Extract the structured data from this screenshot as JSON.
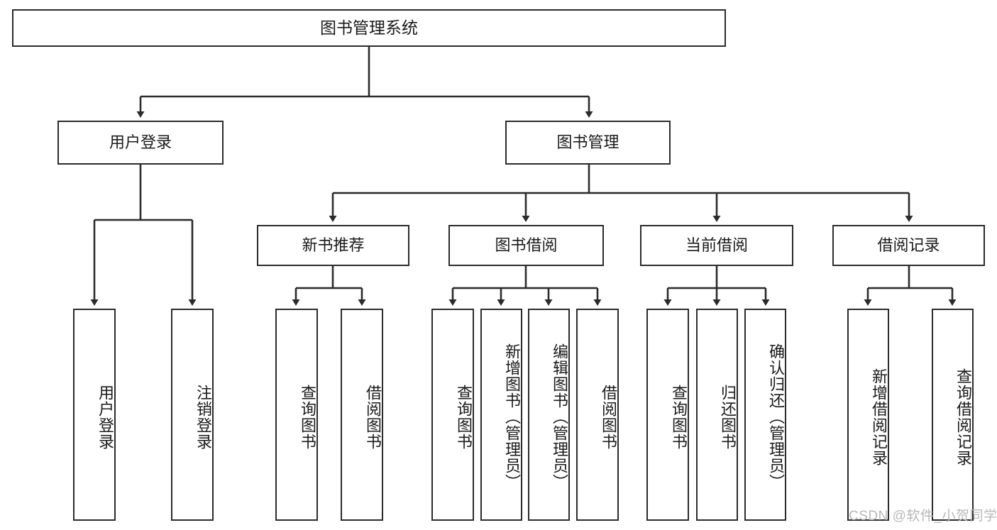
{
  "diagram": {
    "title": "图书管理系统",
    "type": "tree-structure-chart",
    "root": {
      "label": "图书管理系统"
    },
    "level2": [
      {
        "label": "用户登录"
      },
      {
        "label": "图书管理"
      }
    ],
    "level3": [
      {
        "label": "新书推荐"
      },
      {
        "label": "图书借阅"
      },
      {
        "label": "当前借阅"
      },
      {
        "label": "借阅记录"
      }
    ],
    "leaves": {
      "user_login": [
        {
          "label": "用户登录"
        },
        {
          "label": "注销登录"
        }
      ],
      "new_book_recommend": [
        {
          "label": "查询图书"
        },
        {
          "label": "借阅图书"
        }
      ],
      "book_borrow": [
        {
          "label": "查询图书"
        },
        {
          "label": "新增图书（管理员）"
        },
        {
          "label": "编辑图书（管理员）"
        },
        {
          "label": "借阅图书"
        }
      ],
      "current_borrow": [
        {
          "label": "查询图书"
        },
        {
          "label": "归还图书"
        },
        {
          "label": "确认归还（管理员）"
        }
      ],
      "borrow_records": [
        {
          "label": "新增借阅记录"
        },
        {
          "label": "查询借阅记录"
        }
      ]
    }
  },
  "watermark": {
    "text": "CSDN @软件_小贺同学"
  },
  "colors": {
    "stroke": "#2b2b2b",
    "background": "#ffffff",
    "text": "#1a1a1a",
    "watermark": "#b8b8b8"
  }
}
